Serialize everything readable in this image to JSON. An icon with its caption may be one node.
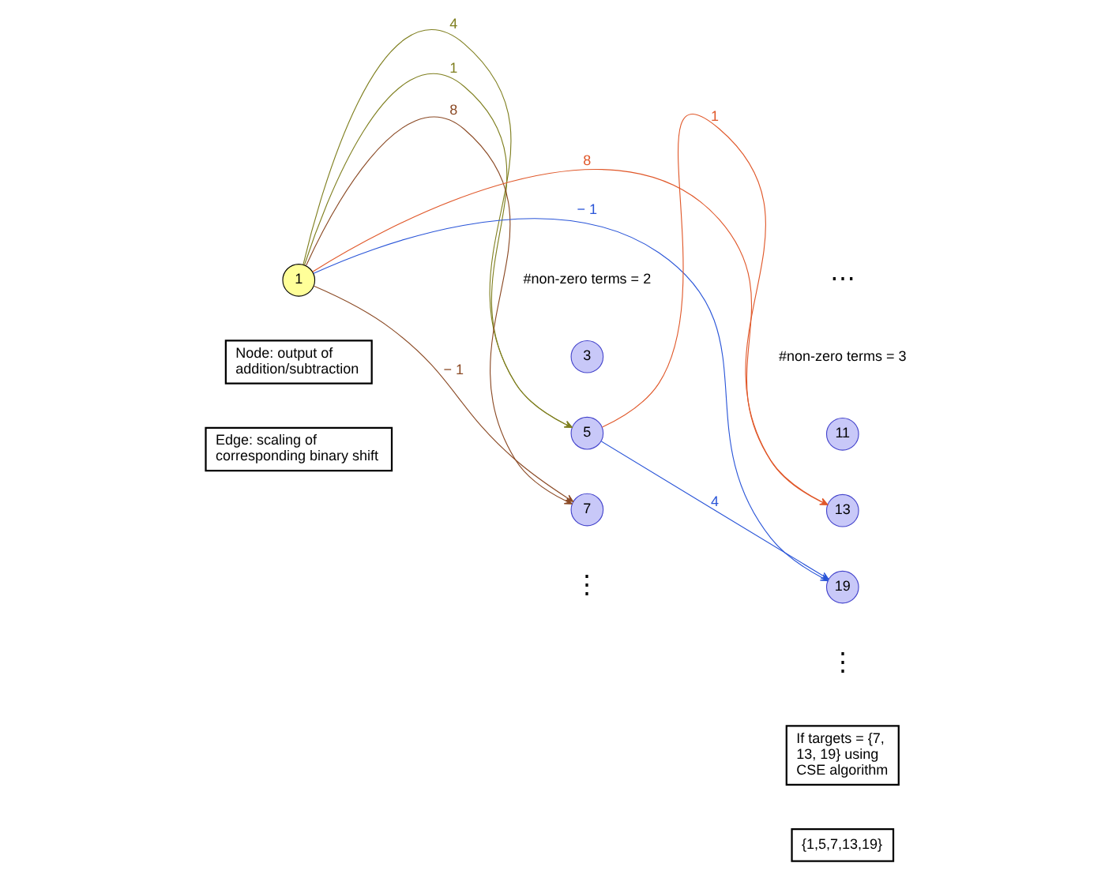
{
  "diagram": {
    "nodes": [
      {
        "text": [
          "1"
        ]
      },
      {
        "text": [
          "3"
        ]
      },
      {
        "text": [
          "5"
        ]
      },
      {
        "text": [
          "7"
        ]
      },
      {
        "text": [
          "11"
        ]
      },
      {
        "text": [
          "13"
        ]
      },
      {
        "text": [
          "19"
        ]
      },
      {
        "text": [
          "Node: output of addition/subtraction"
        ]
      },
      {
        "text": [
          "Edge: scaling of corresponding binary shift"
        ]
      },
      {
        "text": [
          "If targets = {7, 13, 19} using CSE algorithm"
        ]
      },
      {
        "text": [
          "{1,5,7,13,19}"
        ]
      }
    ],
    "edges": [
      {
        "from": 0,
        "to": 2,
        "arrow": "to",
        "label": "4",
        "color": "#7f7f1f"
      },
      {
        "from": 0,
        "to": 2,
        "arrow": "to",
        "label": "1",
        "color": "#7f7f1f"
      },
      {
        "from": 0,
        "to": 5,
        "arrow": "to",
        "label": "8",
        "color": "#e0582a"
      },
      {
        "from": 0,
        "to": 3,
        "arrow": "to",
        "label": "8",
        "color": "#8b4a25"
      },
      {
        "from": 0,
        "to": 3,
        "arrow": "to",
        "label": "− 1",
        "color": "#8b4a25"
      },
      {
        "from": 0,
        "to": 6,
        "arrow": "to",
        "label": "− 1",
        "color": "#2a55d8"
      },
      {
        "from": 2,
        "to": 5,
        "arrow": "to",
        "label": "1",
        "color": "#e0582a"
      },
      {
        "from": 2,
        "to": 6,
        "arrow": "to",
        "label": "4",
        "color": "#2a55d8"
      }
    ],
    "labels": [
      "#non-zero terms = 2",
      "#non-zero terms = 3",
      "⋯",
      "⋮",
      "⋮"
    ]
  }
}
